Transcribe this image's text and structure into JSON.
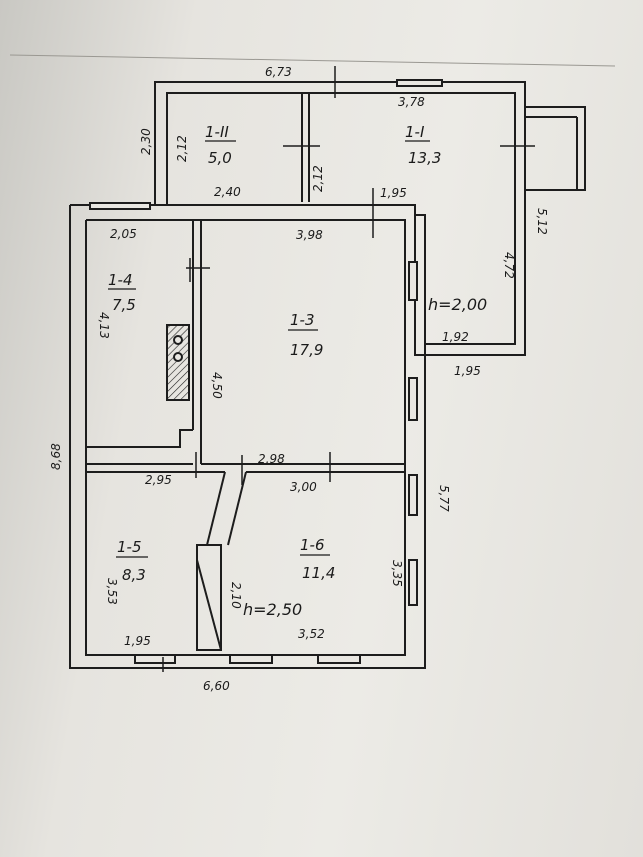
{
  "rooms": {
    "r1_2": {
      "name": "1-II",
      "area": "5,0"
    },
    "r1_1": {
      "name": "1-I",
      "area": "13,3"
    },
    "r1_4": {
      "name": "1-4",
      "area": "7,5"
    },
    "r1_3": {
      "name": "1-3",
      "area": "17,9"
    },
    "r1_5": {
      "name": "1-5",
      "area": "8,3"
    },
    "r1_6": {
      "name": "1-6",
      "area": "11,4"
    }
  },
  "heights": {
    "annex": "h=2,00",
    "main": "h=2,50"
  },
  "dimensions": {
    "top_total": "6,73",
    "annex_right_top": "3,78",
    "left_annex_height": "2,30",
    "r12_inner_height": "2,12",
    "r12_width": "2,40",
    "r11_left_height": "2,12",
    "r11_bottom_right": "1,95",
    "r14_width": "2,05",
    "r13_width_top": "3,98",
    "r14_height": "4,13",
    "r13_height": "4,50",
    "annex_inner_height": "4,72",
    "annex_outer_height": "5,12",
    "annex_bottom_inner": "1,92",
    "annex_bottom_outer": "1,95",
    "left_total": "8,68",
    "right_lower": "5,77",
    "r15_width": "2,95",
    "partition_top": "2,98",
    "r16_width_top": "3,00",
    "r15_height": "3,53",
    "stair_height": "2,10",
    "r16_height": "3,35",
    "r15_bottom": "1,95",
    "r16_bottom": "3,52",
    "bottom_total": "6,60"
  }
}
